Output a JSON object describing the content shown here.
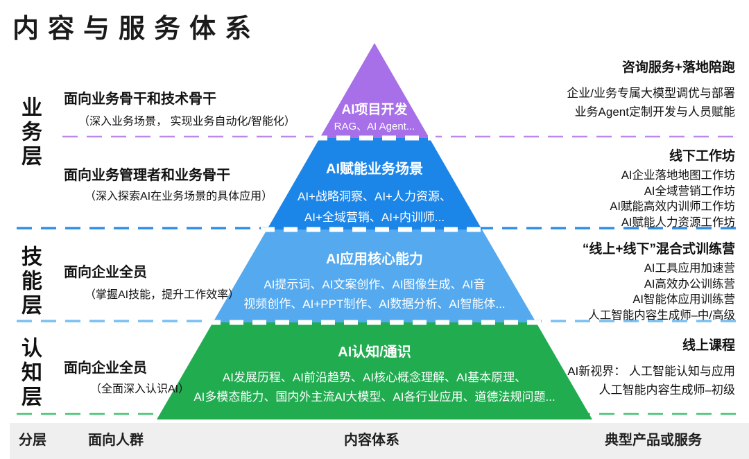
{
  "title": "内容与服务体系",
  "side_labels": [
    {
      "label": "业务层"
    },
    {
      "label": "技能层"
    },
    {
      "label": "认知层"
    }
  ],
  "pyramid": [
    {
      "title": "AI项目开发",
      "line1": "RAG、AI Agent...",
      "color": "#A76FE8"
    },
    {
      "title": "AI赋能业务场景",
      "line1": "AI+战略洞察、AI+人力资源、",
      "line2": "AI+全域营销、AI+内训师...",
      "color": "#1C85E8"
    },
    {
      "title": "AI应用核心能力",
      "line1": "AI提示词、AI文案创作、AI图像生成、AI音",
      "line2": "视频创作、AI+PPT制作、AI数据分析、AI智能体...",
      "color": "#54A9EF"
    },
    {
      "title": "AI认知/通识",
      "line1": "AI发展历程、AI前沿趋势、AI核心概念理解、AI基本原理、",
      "line2": "AI多模态能力、国内外主流AI大模型、AI各行业应用、道德法规问题...",
      "color": "#21AC50"
    }
  ],
  "audience": [
    {
      "title": "面向业务骨干和技术骨干",
      "sub": "（深入业务场景， 实现业务自动化/智能化）"
    },
    {
      "title": "面向业务管理者和业务骨干",
      "sub": "（深入探索AI在业务场景的具体应用）"
    },
    {
      "title": "面向企业全员",
      "sub": "（掌握AI技能，提升工作效率）"
    },
    {
      "title": "面向企业全员",
      "sub": "（全面深入认识AI）"
    }
  ],
  "services": [
    {
      "title": "咨询服务+落地陪跑",
      "items": [
        "企业/业务专属大模型调优与部署",
        "业务Agent定制开发与人员赋能"
      ]
    },
    {
      "title": "线下工作坊",
      "items": [
        "AI企业落地地图工作坊",
        "AI全域营销工作坊",
        "AI赋能高效内训师工作坊",
        "AI赋能人力资源工作坊"
      ]
    },
    {
      "title": "“线上+线下”混合式训练营",
      "items": [
        "AI工具应用加速营",
        "AI高效办公训练营",
        "AI智能体应用训练营",
        "人工智能内容生成师–中/高级"
      ]
    },
    {
      "title": "线上课程",
      "items": [
        "AI新视界： 人工智能认知与应用",
        "人工智能内容生成师–初级"
      ]
    }
  ],
  "dividers": [
    {
      "color": "#BC87EC"
    },
    {
      "color": "#2E8FE8"
    },
    {
      "color": "#79BFF4"
    },
    {
      "color": "#43C274"
    }
  ],
  "footer": {
    "col1": "分层",
    "col2": "面向人群",
    "col3": "内容体系",
    "col4": "典型产品或服务"
  }
}
